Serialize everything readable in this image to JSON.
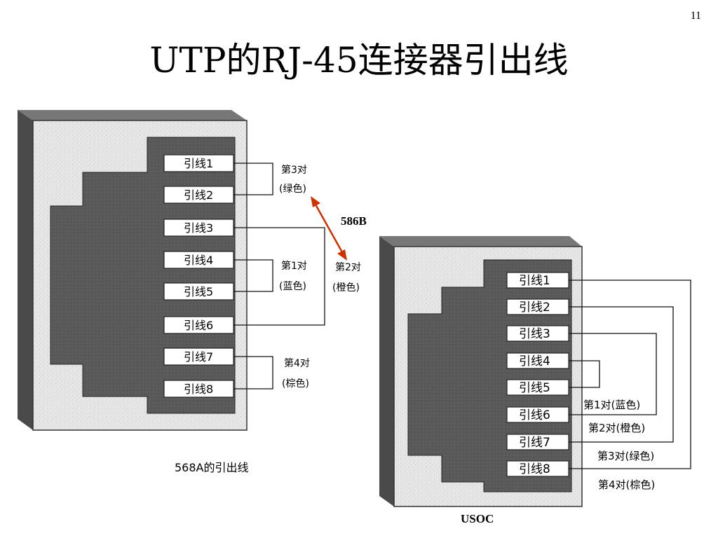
{
  "page_number": "11",
  "title": "UTP的RJ-45连接器引出线",
  "left_connector": {
    "pins": [
      "引线1",
      "引线2",
      "引线3",
      "引线4",
      "引线5",
      "引线6",
      "引线7",
      "引线8"
    ],
    "pairs": {
      "pair3_line1": "第3对",
      "pair3_line2": "(绿色)",
      "pair1_line1": "第1对",
      "pair1_line2": "(蓝色)",
      "pair2_line1": "第2对",
      "pair2_line2": "(橙色)",
      "pair4_line1": "第4对",
      "pair4_line2": "(棕色)"
    },
    "caption": "568A的引出线"
  },
  "arrow_label": "586B",
  "right_connector": {
    "pins": [
      "引线1",
      "引线2",
      "引线3",
      "引线4",
      "引线5",
      "引线6",
      "引线7",
      "引线8"
    ],
    "pairs": [
      "第1对(蓝色)",
      "第2对(橙色)",
      "第3对(绿色)",
      "第4对(棕色)"
    ],
    "caption": "USOC"
  },
  "colors": {
    "arrow": "#cc3300",
    "connector_dark": "#555555",
    "connector_light": "#e4e4e4",
    "connector_shadow": "#4a4a4a"
  }
}
